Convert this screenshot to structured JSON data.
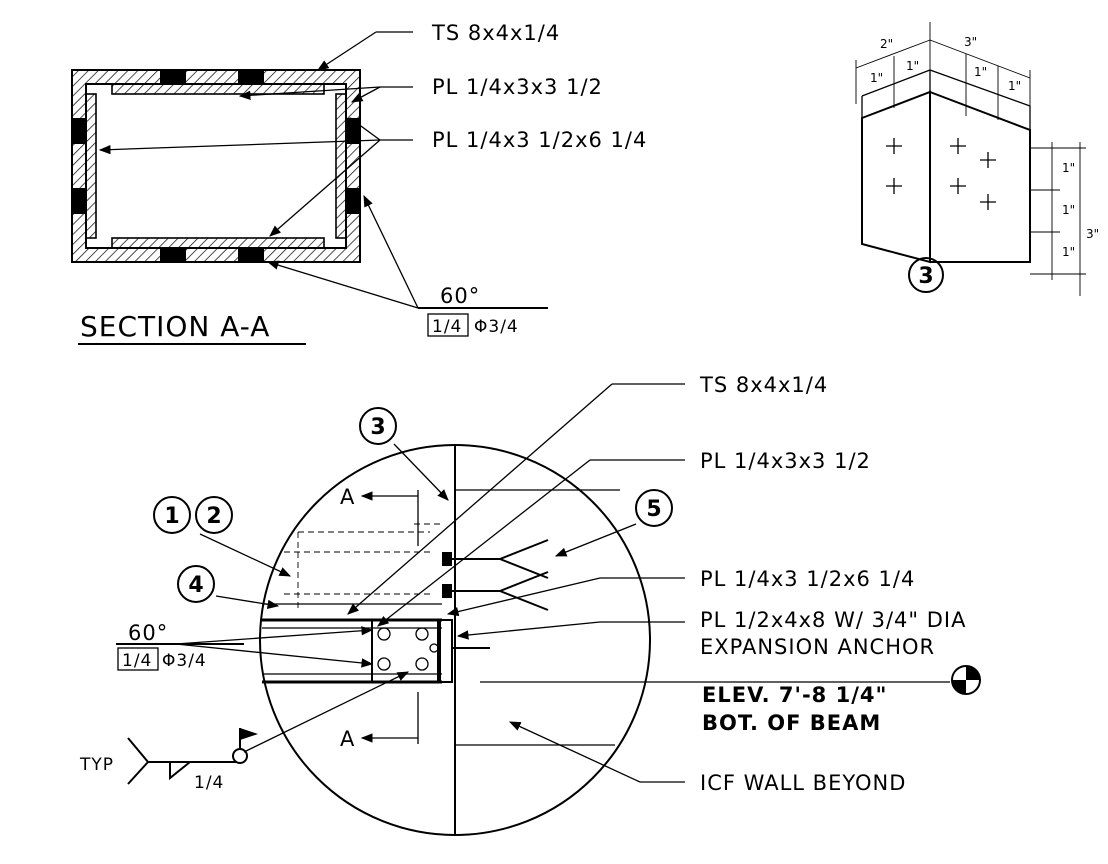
{
  "section_view": {
    "title": "SECTION A-A",
    "callout_ts": "TS 8x4x1/4",
    "callout_pl_small": "PL 1/4x3x3 1/2",
    "callout_pl_large": "PL 1/4x3 1/2x6 1/4",
    "weld_angle": "60°",
    "weld_size": "1/4",
    "weld_dim": "Φ3/4"
  },
  "angle_detail": {
    "tag": "3",
    "dim_left_top": "2\"",
    "dim_right_top": "3\"",
    "dim_1a": "1\"",
    "dim_1b": "1\"",
    "dim_1c": "1\"",
    "dim_1d": "1\"",
    "dim_v1": "1\"",
    "dim_v2": "1\"",
    "dim_v3": "1\"",
    "dim_total_v": "3\""
  },
  "plan_view": {
    "tag_1": "1",
    "tag_2": "2",
    "tag_3": "3",
    "tag_4": "4",
    "tag_5": "5",
    "section_mark_top": "A",
    "section_mark_bottom": "A",
    "callout_ts": "TS 8x4x1/4",
    "callout_pl_small": "PL 1/4x3x3 1/2",
    "callout_pl_large": "PL 1/4x3 1/2x6 1/4",
    "callout_base_line1": "PL 1/2x4x8 W/ 3/4\" DIA",
    "callout_base_line2": "EXPANSION ANCHOR",
    "elev_line1": "ELEV. 7'-8 1/4\"",
    "elev_line2": "BOT. OF BEAM",
    "callout_wall": "ICF WALL BEYOND",
    "weld_angle": "60°",
    "weld_size": "1/4",
    "weld_dim": "Φ3/4",
    "fillet_typ": "TYP",
    "fillet_size": "1/4"
  }
}
